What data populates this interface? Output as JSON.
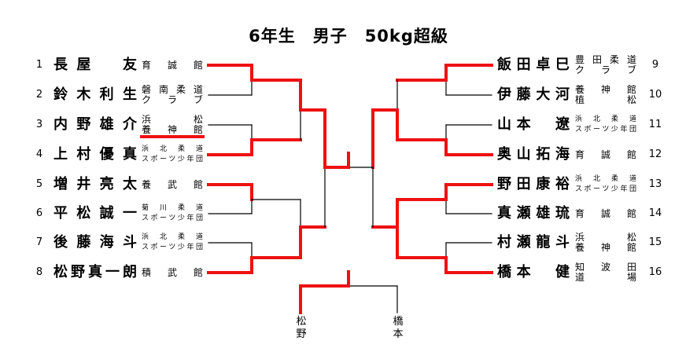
{
  "title": "6年生　男子　50kg超級",
  "left": [
    {
      "num": "1",
      "name": "長屋　友",
      "club": [
        "育誠館",
        ""
      ]
    },
    {
      "num": "2",
      "name": "鈴木利生",
      "club": [
        "磐南柔道",
        "クラブ"
      ]
    },
    {
      "num": "3",
      "name": "内野雄介",
      "club": [
        "浜　松",
        "養神館"
      ]
    },
    {
      "num": "4",
      "name": "上村優真",
      "club": [
        "浜北柔道",
        "スポーツ少年団"
      ]
    },
    {
      "num": "5",
      "name": "増井亮太",
      "club": [
        "養武館",
        ""
      ]
    },
    {
      "num": "6",
      "name": "平松誠一",
      "club": [
        "菊川柔道",
        "スポーツ少年団"
      ]
    },
    {
      "num": "7",
      "name": "後藤海斗",
      "club": [
        "浜北柔道",
        "スポーツ少年団"
      ]
    },
    {
      "num": "8",
      "name": "松野真一朗",
      "club": [
        "積武館",
        ""
      ]
    }
  ],
  "right": [
    {
      "num": "9",
      "name": "飯田卓巳",
      "club": [
        "豊田柔道",
        "クラブ"
      ]
    },
    {
      "num": "10",
      "name": "伊藤大河",
      "club": [
        "養神館",
        "植松"
      ]
    },
    {
      "num": "11",
      "name": "山本　遼",
      "club": [
        "浜北柔道",
        "スポーツ少年団"
      ]
    },
    {
      "num": "12",
      "name": "奥山拓海",
      "club": [
        "育誠館",
        ""
      ]
    },
    {
      "num": "13",
      "name": "野田康裕",
      "club": [
        "浜北柔道",
        "スポーツ少年団"
      ]
    },
    {
      "num": "14",
      "name": "真瀬雄琉",
      "club": [
        "育誠館",
        ""
      ]
    },
    {
      "num": "15",
      "name": "村瀬龍斗",
      "club": [
        "浜　松",
        "養神館"
      ]
    },
    {
      "num": "16",
      "name": "橋本　健",
      "club": [
        "知波田",
        "道　場"
      ]
    }
  ],
  "final": {
    "left": "松野",
    "right": "橋本"
  },
  "colors": {
    "win": "#ee1111",
    "line": "#000000"
  }
}
